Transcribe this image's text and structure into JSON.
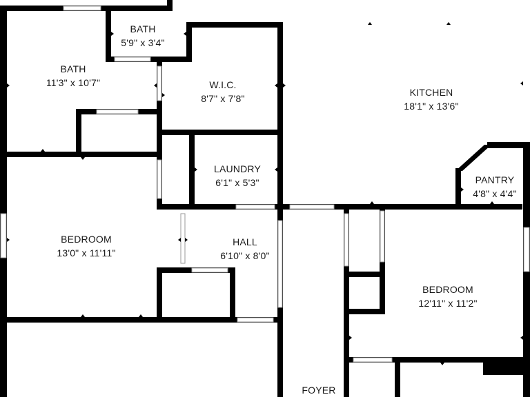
{
  "colors": {
    "background": "#ffffff",
    "wall": "#000000",
    "window": "#ffffff",
    "window_edge": "#9a9a9a",
    "door_gap": "#ffffff",
    "text": "#1a1a1a"
  },
  "rooms": {
    "bath_small": {
      "name": "BATH",
      "dims": "5'9\" x 3'4\""
    },
    "bath": {
      "name": "BATH",
      "dims": "11'3\" x 10'7\""
    },
    "wic": {
      "name": "W.I.C.",
      "dims": "8'7\" x 7'8\""
    },
    "kitchen": {
      "name": "KITCHEN",
      "dims": "18'1\" x 13'6\""
    },
    "laundry": {
      "name": "LAUNDRY",
      "dims": "6'1\" x 5'3\""
    },
    "pantry": {
      "name": "PANTRY",
      "dims": "4'8\" x 4'4\""
    },
    "bedroom_left": {
      "name": "BEDROOM",
      "dims": "13'0\" x 11'11\""
    },
    "hall": {
      "name": "HALL",
      "dims": "6'10\" x 8'0\""
    },
    "bedroom_right": {
      "name": "BEDROOM",
      "dims": "12'11\" x 11'2\""
    },
    "foyer": {
      "name": "FOYER",
      "dims": ""
    }
  }
}
